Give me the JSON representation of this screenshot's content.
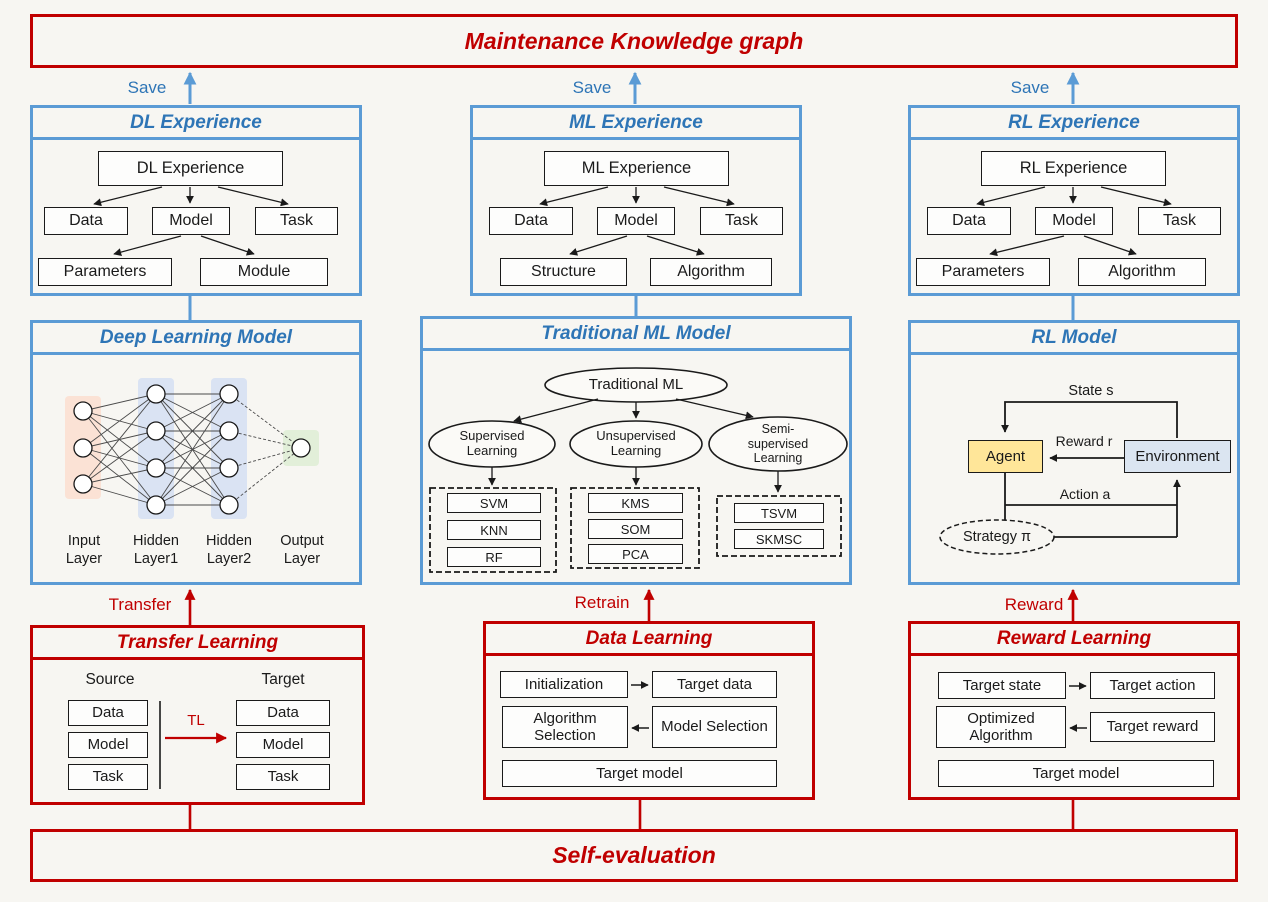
{
  "colors": {
    "panel_blue": "#5b9bd5",
    "title_blue": "#2e75b6",
    "accent_red": "#c00000",
    "agent_fill": "#ffe699",
    "environment_fill": "#dbe5f1",
    "input_band": "#fbe2d5",
    "hidden_band": "#dae3f3",
    "output_band": "#e2efd9"
  },
  "banners": {
    "top": "Maintenance Knowledge graph",
    "bottom": "Self-evaluation"
  },
  "arrows": {
    "save_dl": "Save",
    "save_ml": "Save",
    "save_rl": "Save",
    "transfer": "Transfer",
    "retrain": "Retrain",
    "reward": "Reward"
  },
  "dl": {
    "experience": {
      "title": "DL Experience",
      "root": "DL Experience",
      "children": [
        "Data",
        "Model",
        "Task"
      ],
      "model_children": [
        "Parameters",
        "Module"
      ]
    },
    "model": {
      "title": "Deep Learning Model",
      "layers": [
        "Input Layer",
        "Hidden Layer1",
        "Hidden Layer2",
        "Output Layer"
      ]
    },
    "learning": {
      "title": "Transfer Learning",
      "source_label": "Source",
      "target_label": "Target",
      "tl_label": "TL",
      "source_items": [
        "Data",
        "Model",
        "Task"
      ],
      "target_items": [
        "Data",
        "Model",
        "Task"
      ]
    }
  },
  "ml": {
    "experience": {
      "title": "ML Experience",
      "root": "ML Experience",
      "children": [
        "Data",
        "Model",
        "Task"
      ],
      "model_children": [
        "Structure",
        "Algorithm"
      ]
    },
    "model": {
      "title": "Traditional ML Model",
      "root": "Traditional ML",
      "branches": [
        "Supervised Learning",
        "Unsupervised Learning",
        "Semi-supervised Learning"
      ],
      "groups": [
        [
          "SVM",
          "KNN",
          "RF"
        ],
        [
          "KMS",
          "SOM",
          "PCA"
        ],
        [
          "TSVM",
          "SKMSC"
        ]
      ]
    },
    "learning": {
      "title": "Data Learning",
      "boxes": [
        "Initialization",
        "Target data",
        "Algorithm Selection",
        "Model Selection",
        "Target model"
      ]
    }
  },
  "rl": {
    "experience": {
      "title": "RL Experience",
      "root": "RL Experience",
      "children": [
        "Data",
        "Model",
        "Task"
      ],
      "model_children": [
        "Parameters",
        "Algorithm"
      ]
    },
    "model": {
      "title": "RL Model",
      "state_label": "State s",
      "reward_label": "Reward r",
      "action_label": "Action a",
      "agent": "Agent",
      "environment": "Environment",
      "strategy": "Strategy π"
    },
    "learning": {
      "title": "Reward Learning",
      "boxes": [
        "Target state",
        "Target action",
        "Optimized Algorithm",
        "Target reward",
        "Target model"
      ]
    }
  }
}
